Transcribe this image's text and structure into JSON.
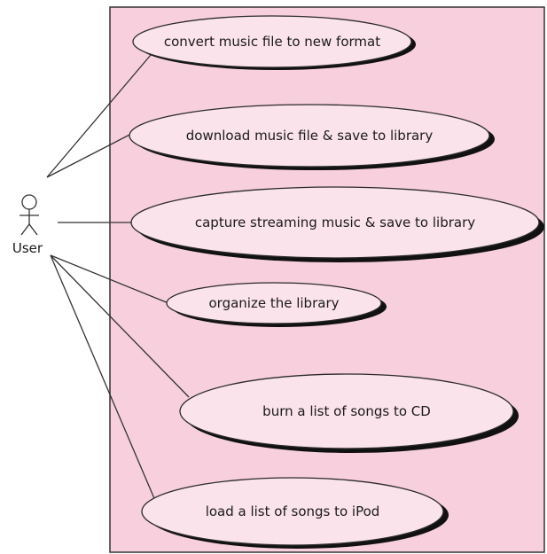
{
  "colors": {
    "system_fill": "#f7cfdd",
    "system_border": "#333333",
    "ellipse_fill": "#fbe3ec",
    "ellipse_stroke": "#2a2a2a",
    "ellipse_shadow": "#111111",
    "line": "#333333",
    "actor": "#333333"
  },
  "actor": {
    "label": "User",
    "icon": "stick-figure-icon"
  },
  "use_cases": [
    {
      "id": "convert",
      "label": "convert music file to new format"
    },
    {
      "id": "download",
      "label": "download music file & save to library"
    },
    {
      "id": "capture",
      "label": "capture streaming music & save to library"
    },
    {
      "id": "organize",
      "label": "organize the library"
    },
    {
      "id": "burn",
      "label": "burn a list of songs to CD"
    },
    {
      "id": "load",
      "label": "load a list of songs to iPod"
    }
  ]
}
